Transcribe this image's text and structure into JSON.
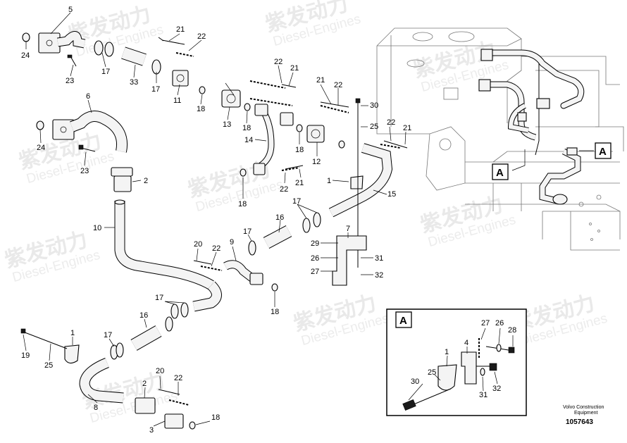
{
  "watermark": {
    "brand_cn": "紫发动力",
    "brand_en": "Diesel-Engines"
  },
  "callouts": [
    {
      "n": "5"
    },
    {
      "n": "24"
    },
    {
      "n": "17"
    },
    {
      "n": "23"
    },
    {
      "n": "33"
    },
    {
      "n": "17"
    },
    {
      "n": "21"
    },
    {
      "n": "22"
    },
    {
      "n": "11"
    },
    {
      "n": "18"
    },
    {
      "n": "22"
    },
    {
      "n": "21"
    },
    {
      "n": "13"
    },
    {
      "n": "18"
    },
    {
      "n": "21"
    },
    {
      "n": "22"
    },
    {
      "n": "30"
    },
    {
      "n": "25"
    },
    {
      "n": "22"
    },
    {
      "n": "21"
    },
    {
      "n": "14"
    },
    {
      "n": "18"
    },
    {
      "n": "12"
    },
    {
      "n": "6"
    },
    {
      "n": "24"
    },
    {
      "n": "23"
    },
    {
      "n": "2"
    },
    {
      "n": "1"
    },
    {
      "n": "15"
    },
    {
      "n": "22"
    },
    {
      "n": "21"
    },
    {
      "n": "18"
    },
    {
      "n": "10"
    },
    {
      "n": "17"
    },
    {
      "n": "16"
    },
    {
      "n": "17"
    },
    {
      "n": "7"
    },
    {
      "n": "29"
    },
    {
      "n": "26"
    },
    {
      "n": "27"
    },
    {
      "n": "31"
    },
    {
      "n": "32"
    },
    {
      "n": "20"
    },
    {
      "n": "22"
    },
    {
      "n": "9"
    },
    {
      "n": "18"
    },
    {
      "n": "17"
    },
    {
      "n": "16"
    },
    {
      "n": "17"
    },
    {
      "n": "1"
    },
    {
      "n": "19"
    },
    {
      "n": "25"
    },
    {
      "n": "8"
    },
    {
      "n": "2"
    },
    {
      "n": "20"
    },
    {
      "n": "22"
    },
    {
      "n": "3"
    },
    {
      "n": "18"
    },
    {
      "n": "A"
    },
    {
      "n": "A"
    },
    {
      "n": "A"
    },
    {
      "n": "27"
    },
    {
      "n": "26"
    },
    {
      "n": "28"
    },
    {
      "n": "4"
    },
    {
      "n": "1"
    },
    {
      "n": "25"
    },
    {
      "n": "30"
    },
    {
      "n": "31"
    },
    {
      "n": "32"
    }
  ],
  "footer": {
    "company_line1": "Volvo Construction",
    "company_line2": "Equipment",
    "drawing_number": "1057643"
  }
}
